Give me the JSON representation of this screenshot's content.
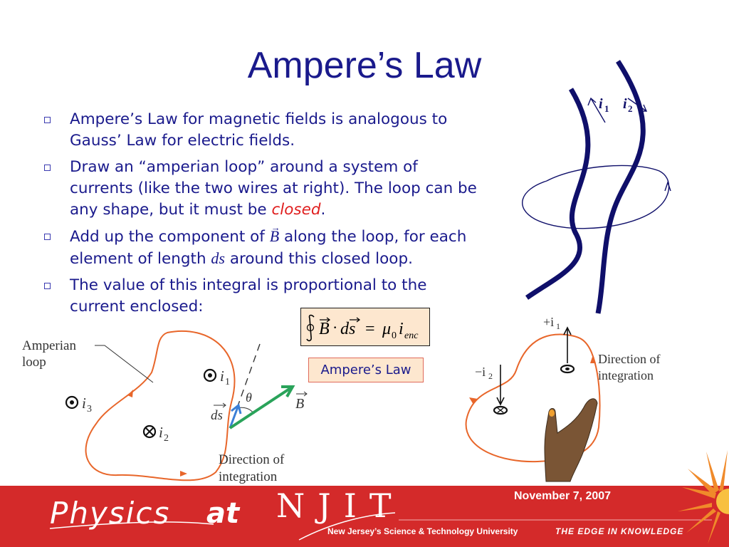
{
  "title": "Ampere’s Law",
  "bullets": {
    "b1": "Ampere’s Law for magnetic fields is analogous to Gauss’ Law for electric fields.",
    "b2_pre": "Draw an “amperian loop” around a system of currents (like the two wires at right).  The loop can be any shape, but it must be ",
    "b2_em": "closed",
    "b2_post": ".",
    "b3_a": "Add up the component of ",
    "b3_B": "B",
    "b3_b": " along the loop, for each element of length ",
    "b3_ds": "ds",
    "b3_c": " around this closed loop.",
    "b4": "The value of this integral is proportional to the current enclosed:"
  },
  "equation": {
    "B": "B",
    "dot": "·",
    "ds": "ds",
    "equals": "=",
    "mu": "μ",
    "mu_sub": "0",
    "i": "i",
    "i_sub": "enc"
  },
  "law_box": "Ampere’s Law",
  "fig_wires": {
    "i1": "i",
    "i1_sub": "1",
    "i2": "i",
    "i2_sub": "2"
  },
  "fig_left": {
    "amperian": "Amperian",
    "loop": "loop",
    "i1": "i",
    "i1_sub": "1",
    "i2": "i",
    "i2_sub": "2",
    "i3": "i",
    "i3_sub": "3",
    "theta": "θ",
    "ds": "ds",
    "B": "B",
    "direction": "Direction of",
    "integration": "integration"
  },
  "fig_right": {
    "plus_i1": "+i",
    "plus_i1_sub": "1",
    "minus_i2": "−i",
    "minus_i2_sub": "2",
    "direction": "Direction of",
    "integration": "integration"
  },
  "footer": {
    "date": "November 7, 2007",
    "physics": "Physics",
    "at": "at",
    "njit": "NJIT",
    "university": "New Jersey’s Science & Technology University",
    "edge": "THE EDGE IN KNOWLEDGE"
  },
  "colors": {
    "title": "#1a1a8c",
    "emphasis": "#e01e1e",
    "footer": "#d42a2a",
    "loop": "#e8662a",
    "box_fill": "#fde7cf",
    "wire": "#0f0f6a"
  }
}
